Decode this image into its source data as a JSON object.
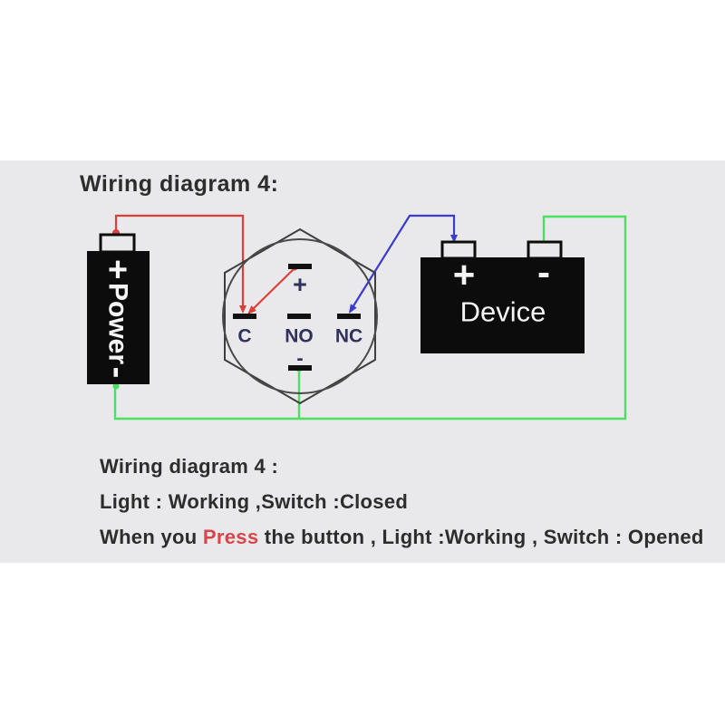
{
  "page": {
    "background": "#ffffff",
    "band_background": "#e9e8ea"
  },
  "title": "Wiring diagram 4:",
  "colors": {
    "wire_red": "#dd4038",
    "wire_blue": "#3b3bd1",
    "wire_green": "#4be05f",
    "label_navy": "#31315e",
    "box_black": "#0c0c0c",
    "box_text": "#f5f5f5",
    "outline_gray": "#3e3e3e",
    "circle_gray": "#4a4a4a",
    "bar_black": "#111111",
    "text_dark": "#2d2d2d",
    "press_red": "#d8454b"
  },
  "power": {
    "plus": "+",
    "label": "Power",
    "minus": "-"
  },
  "switch": {
    "top_terminal_label": "+",
    "terminals": [
      "C",
      "NO",
      "NC"
    ],
    "bottom_terminal_label": "-"
  },
  "device": {
    "plus": "+",
    "minus": "-",
    "label": "Device"
  },
  "caption": {
    "line1": "Wiring diagram 4 :",
    "line2": "Light : Working ,Switch :Closed",
    "line3_before": "When you ",
    "line3_press": "Press",
    "line3_after": " the button , Light :Working , Switch : Opened"
  }
}
